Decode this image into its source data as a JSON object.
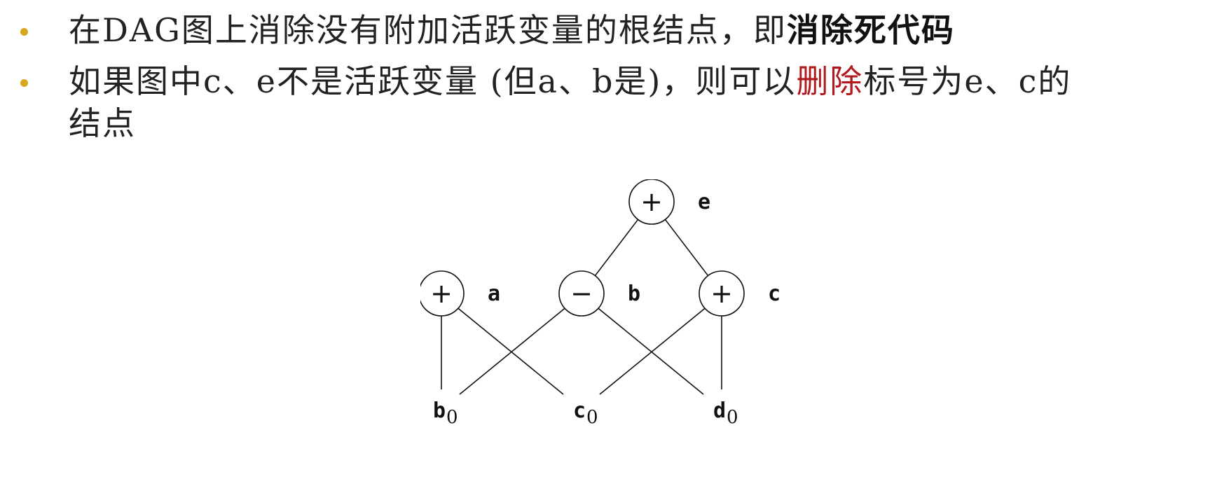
{
  "bullets": [
    {
      "prefix": "在DAG图上消除没有附加活跃变量的根结点，即",
      "highlight": "消除死代码"
    },
    {
      "part1": "如果图中c、e不是活跃变量 (但a、b是)，则可以",
      "red": "删除",
      "part2": "标号为e、c的",
      "line2": "结点"
    }
  ],
  "colors": {
    "bullet": "#d8a81c",
    "emphasis_red": "#b0191e"
  },
  "diagram": {
    "nodes": [
      {
        "id": "e",
        "op": "+",
        "label": "e"
      },
      {
        "id": "a",
        "op": "+",
        "label": "a"
      },
      {
        "id": "b",
        "op": "−",
        "label": "b"
      },
      {
        "id": "c",
        "op": "+",
        "label": "c"
      }
    ],
    "leaves": [
      {
        "id": "b0",
        "name": "b",
        "sub": "0"
      },
      {
        "id": "c0",
        "name": "c",
        "sub": "0"
      },
      {
        "id": "d0",
        "name": "d",
        "sub": "0"
      }
    ],
    "edges": [
      [
        "e",
        "b"
      ],
      [
        "e",
        "c"
      ],
      [
        "a",
        "b0"
      ],
      [
        "a",
        "c0"
      ],
      [
        "b",
        "b0"
      ],
      [
        "b",
        "d0"
      ],
      [
        "c",
        "c0"
      ],
      [
        "c",
        "d0"
      ]
    ]
  }
}
